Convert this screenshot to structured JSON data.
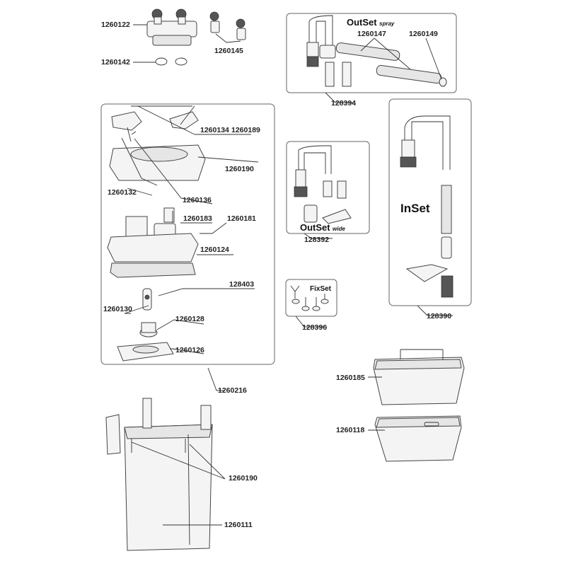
{
  "labels": {
    "l1260122": "1260122",
    "l1260142": "1260142",
    "l1260145": "1260145",
    "l1260134": "1260134",
    "l1260189": "1260189",
    "l1260190a": "1260190",
    "l1260132": "1260132",
    "l1260136": "1260136",
    "l1260183": "1260183",
    "l1260181": "1260181",
    "l1260124": "1260124",
    "l128403": "128403",
    "l1260130": "1260130",
    "l1260128": "1260128",
    "l1260126": "1260126",
    "l1260216": "1260216",
    "l1260190b": "1260190",
    "l1260111": "1260111",
    "l1260147": "1260147",
    "l1260149": "1260149",
    "l128394": "128394",
    "l128392": "128392",
    "l128390": "128390",
    "l128396": "128396",
    "l1260185": "1260185",
    "l1260118": "1260118"
  },
  "sets": {
    "outset_spray_title": "OutSet",
    "outset_spray_sub": "spray",
    "outset_wide_title": "OutSet",
    "outset_wide_sub": "wide",
    "inset_title": "InSet",
    "fixset_title": "FixSet"
  }
}
